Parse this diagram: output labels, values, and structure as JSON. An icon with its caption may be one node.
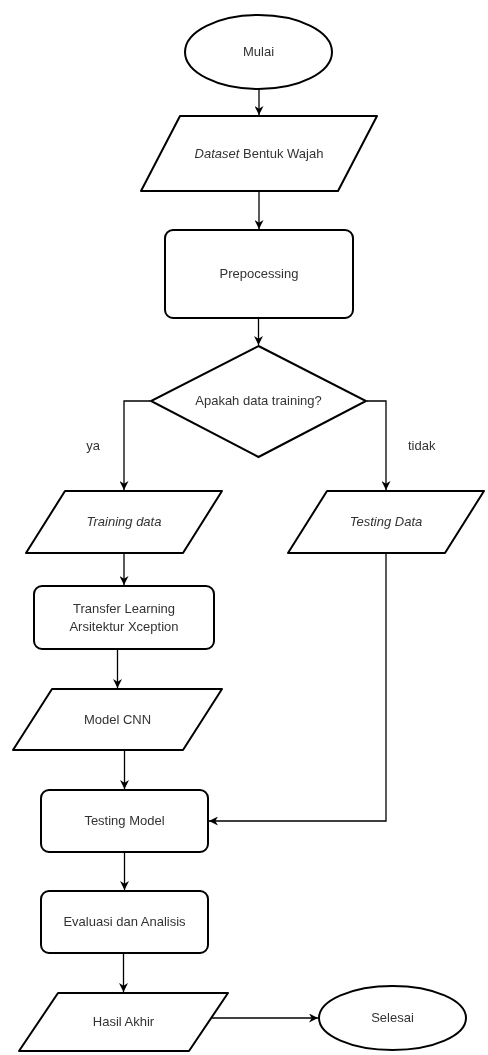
{
  "diagram": {
    "nodes": [
      {
        "text": [
          "Mulai"
        ]
      },
      {
        "text": [
          "*Dataset* Bentuk Wajah"
        ]
      },
      {
        "text": [
          "Prepocessing"
        ]
      },
      {
        "text": [
          "Apakah data training?"
        ]
      },
      {
        "text": [
          "Training data"
        ]
      },
      {
        "text": [
          "Testing Data"
        ]
      },
      {
        "text": [
          "Transfer Learning Arsitektur Xception"
        ]
      },
      {
        "text": [
          "Model CNN"
        ]
      },
      {
        "text": [
          "Testing Model"
        ]
      },
      {
        "text": [
          "Evaluasi dan Analisis"
        ]
      },
      {
        "text": [
          "Hasil Akhir"
        ]
      },
      {
        "text": [
          "Selesai"
        ]
      }
    ],
    "edges": [
      {
        "from": 0,
        "to": 1,
        "arrow": "to"
      },
      {
        "from": 1,
        "to": 2,
        "arrow": "to"
      },
      {
        "from": 2,
        "to": 3,
        "arrow": "to"
      },
      {
        "from": 3,
        "to": 4,
        "arrow": "to",
        "label": "ya"
      },
      {
        "from": 3,
        "to": 5,
        "arrow": "to",
        "label": "tidak"
      },
      {
        "from": 4,
        "to": 6,
        "arrow": "to"
      },
      {
        "from": 6,
        "to": 7,
        "arrow": "to"
      },
      {
        "from": 7,
        "to": 8,
        "arrow": "to"
      },
      {
        "from": 5,
        "to": 8,
        "arrow": "to"
      },
      {
        "from": 8,
        "to": 9,
        "arrow": "to"
      },
      {
        "from": 9,
        "to": 10,
        "arrow": "to"
      },
      {
        "from": 10,
        "to": 11,
        "arrow": "to"
      }
    ]
  }
}
